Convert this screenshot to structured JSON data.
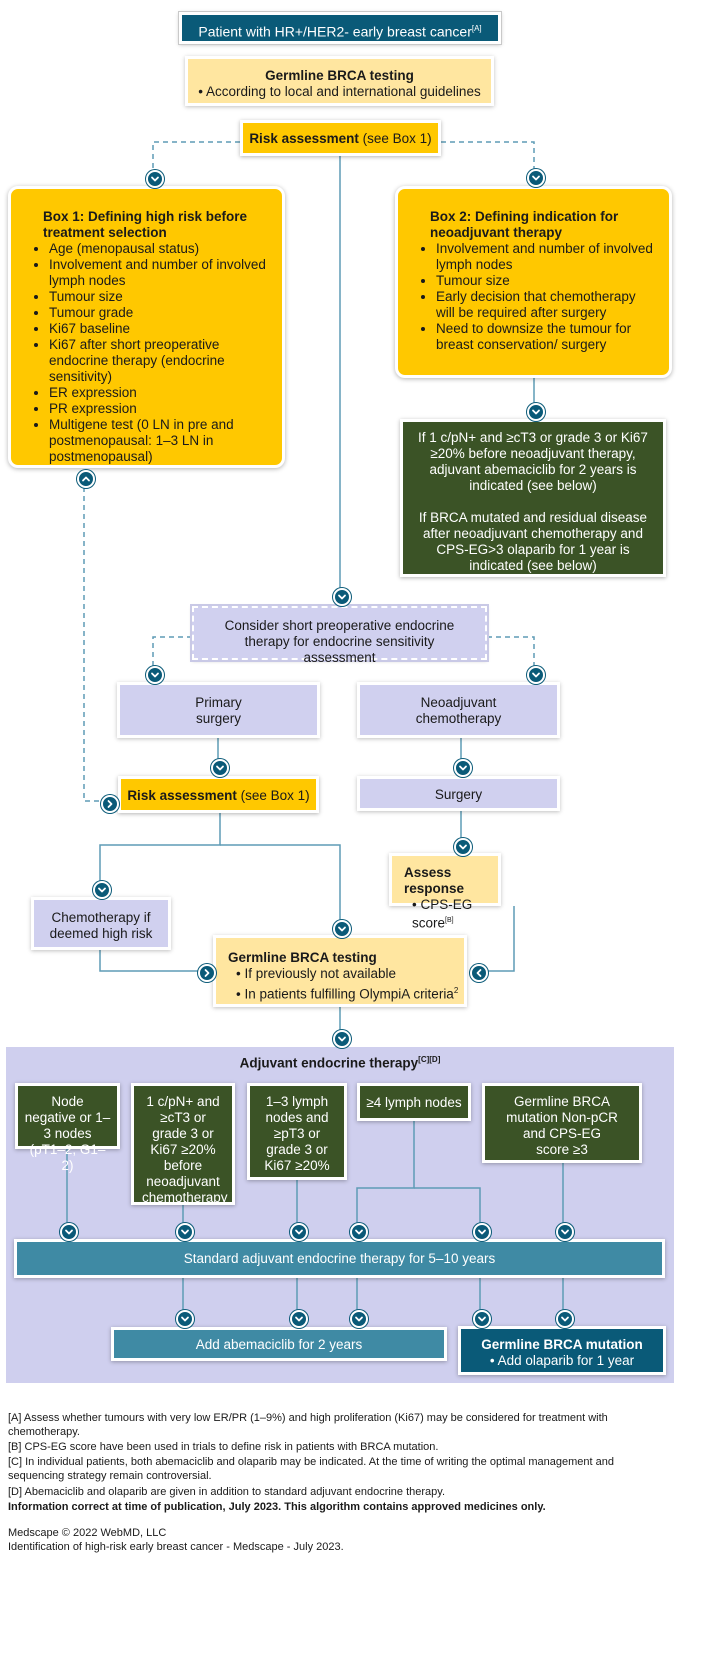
{
  "patient": {
    "text": "Patient with HR+/HER2- early breast cancer",
    "sup": "[A]"
  },
  "germline_top": {
    "title": "Germline BRCA testing",
    "items": [
      "According to local and international guidelines"
    ]
  },
  "risk_top": {
    "bold": "Risk assessment",
    "rest": " (see Box 1)"
  },
  "box1": {
    "title": "Box 1: Defining high risk before treatment selection",
    "items": [
      "Age (menopausal status)",
      "Involvement and number of involved lymph nodes",
      "Tumour size",
      "Tumour grade",
      "Ki67 baseline",
      "Ki67 after short preoperative endocrine therapy (endocrine sensitivity)",
      "ER expression",
      "PR expression",
      "Multigene test (0 LN in pre and postmenopausal: 1–3 LN in postmenopausal)"
    ]
  },
  "box2": {
    "title": "Box 2: Defining indication for neoadjuvant therapy",
    "items": [
      "Involvement and number of involved lymph nodes",
      "Tumour size",
      "Early decision that chemotherapy will be required after surgery",
      "Need to downsize the tumour for breast conservation/ surgery"
    ]
  },
  "green_right": {
    "p1": "If 1 c/pN+ and ≥cT3 or grade 3 or Ki67 ≥20% before neoadjuvant therapy, adjuvant abemaciclib for 2 years is indicated (see below)",
    "p2": "If BRCA mutated and residual disease after neoadjuvant chemotherapy and CPS-EG>3 olaparib for 1 year is indicated (see below)"
  },
  "consider": {
    "text": "Consider short preoperative endocrine therapy for endocrine sensitivity assessment"
  },
  "primary_surgery": {
    "text": "Primary surgery"
  },
  "neoadjuvant": {
    "text": "Neoadjuvant chemotherapy"
  },
  "risk_mid": {
    "bold": "Risk assessment",
    "rest": " (see Box 1)"
  },
  "surgery": {
    "text": "Surgery"
  },
  "assess": {
    "title": "Assess response",
    "item": "CPS-EG score",
    "sup": "[B]"
  },
  "chemo": {
    "text": "Chemotherapy if deemed high risk"
  },
  "germline_mid": {
    "title": "Germline BRCA testing",
    "items": [
      "If previously not available",
      "In patients fulfilling OlympiA criteria"
    ],
    "sup": "2"
  },
  "adjuvant": {
    "title": "Adjuvant endocrine therapy",
    "sup": "[C][D]"
  },
  "criteria": [
    "Node negative or 1–3 nodes (pT1–2, G1–2)",
    "1 c/pN+ and ≥cT3 or grade 3 or Ki67 ≥20% before neoadjuvant chemotherapy",
    "1–3 lymph nodes and ≥pT3 or grade 3 or Ki67 ≥20%",
    "≥4 lymph nodes",
    "Germline BRCA mutation Non-pCR and CPS-EG score ≥3"
  ],
  "standard": {
    "text": "Standard adjuvant endocrine therapy for 5–10 years"
  },
  "abemaciclib": {
    "text": "Add abemaciclib for 2 years"
  },
  "olaparib": {
    "title": "Germline BRCA mutation",
    "item": "Add olaparib for 1 year"
  },
  "footnotes": {
    "a": "[A] Assess whether tumours with very low ER/PR (1–9%) and high proliferation (Ki67) may be considered for treatment with chemotherapy.",
    "b": "[B] CPS-EG score have been used in trials to define risk in patients with BRCA mutation.",
    "c": "[C] In individual patients, both abemaciclib and olaparib may be indicated. At the time of writing the optimal management and sequencing strategy remain controversial.",
    "d": "[D] Abemaciclib and olaparib are given in addition to standard adjuvant endocrine therapy.",
    "info": "Information correct at time of publication, July 2023. This algorithm contains approved medicines only."
  },
  "credit": {
    "line1": "Medscape © 2022  WebMD, LLC",
    "line2": "Identification of high-risk early breast cancer - Medscape - July 2023."
  },
  "colors": {
    "teal": "#0a5a78",
    "gold": "#ffc800",
    "peach": "#ffe6a0",
    "green": "#3b5326",
    "lavender": "#d0d0ef",
    "steel": "#3f8aa4"
  }
}
